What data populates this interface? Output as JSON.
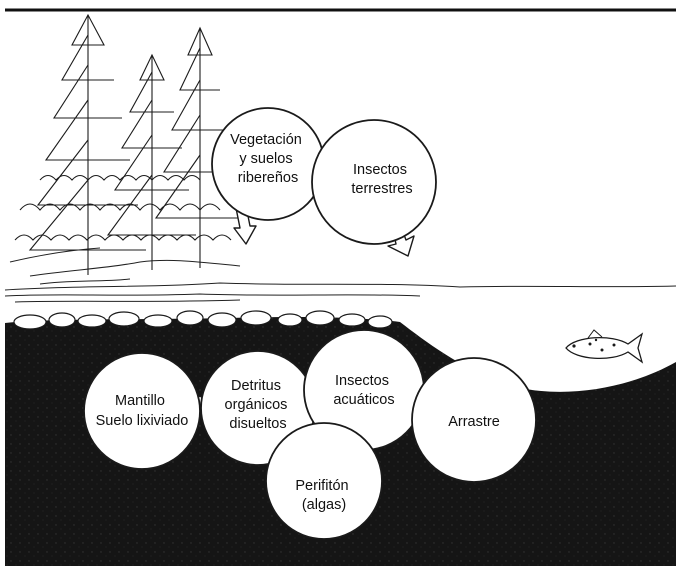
{
  "nodes": {
    "vegetation": {
      "lines": [
        "Vegetación",
        "y suelos",
        "ribereños"
      ]
    },
    "terrestrial_insects": {
      "lines": [
        "Insectos",
        "terrestres"
      ]
    },
    "leaf_litter": {
      "lines": [
        "Mantillo",
        "Suelo lixiviado"
      ]
    },
    "detritus": {
      "lines": [
        "Detritus",
        "orgánicos",
        "disueltos"
      ]
    },
    "aquatic_insects": {
      "lines": [
        "Insectos",
        "acuáticos"
      ]
    },
    "drift": {
      "lines": [
        "Arrastre"
      ]
    },
    "periphyton": {
      "lines": [
        "Perifitón",
        "(algas)"
      ]
    }
  },
  "colors": {
    "water": "#151515",
    "node_fill": "#ffffff",
    "stroke": "#1a1a1a"
  },
  "icons": [
    "conifer-tree-icon",
    "fish-icon",
    "hollow-arrow-icon"
  ]
}
